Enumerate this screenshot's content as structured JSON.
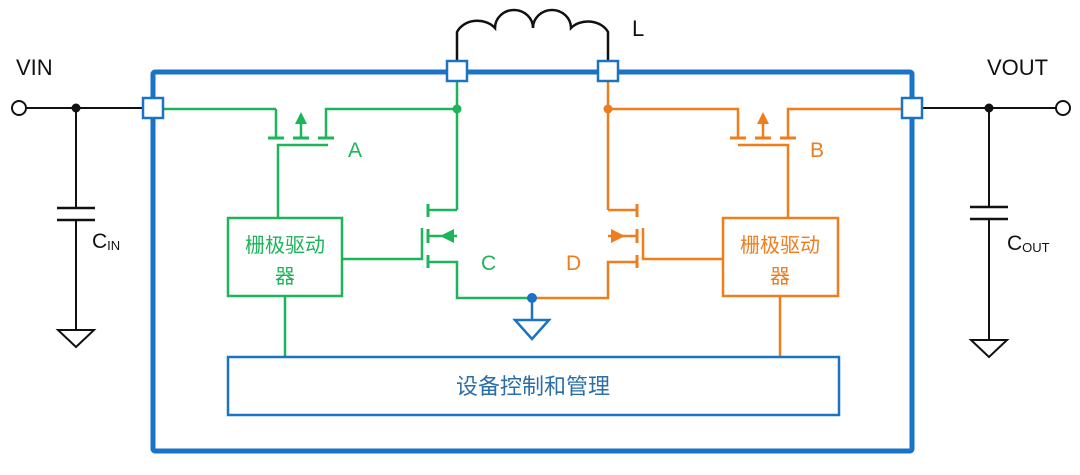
{
  "diagram": {
    "title": "Buck-Boost converter block diagram",
    "colors": {
      "chip_border": "#1a73c4",
      "green": "#1db45a",
      "orange": "#ee7d1e",
      "wire": "#111111",
      "control_text": "#2b6ea8"
    },
    "terminals": {
      "vin": "VIN",
      "vout": "VOUT"
    },
    "capacitors": {
      "cin": {
        "main": "C",
        "sub": "IN"
      },
      "cout": {
        "main": "C",
        "sub": "OUT"
      }
    },
    "inductor": {
      "label": "L"
    },
    "switches": {
      "a": "A",
      "b": "B",
      "c": "C",
      "d": "D"
    },
    "gate_drivers": {
      "left": {
        "line1": "栅极驱动",
        "line2": "器"
      },
      "right": {
        "line1": "栅极驱动",
        "line2": "器"
      }
    },
    "control_block": {
      "label": "设备控制和管理"
    }
  }
}
